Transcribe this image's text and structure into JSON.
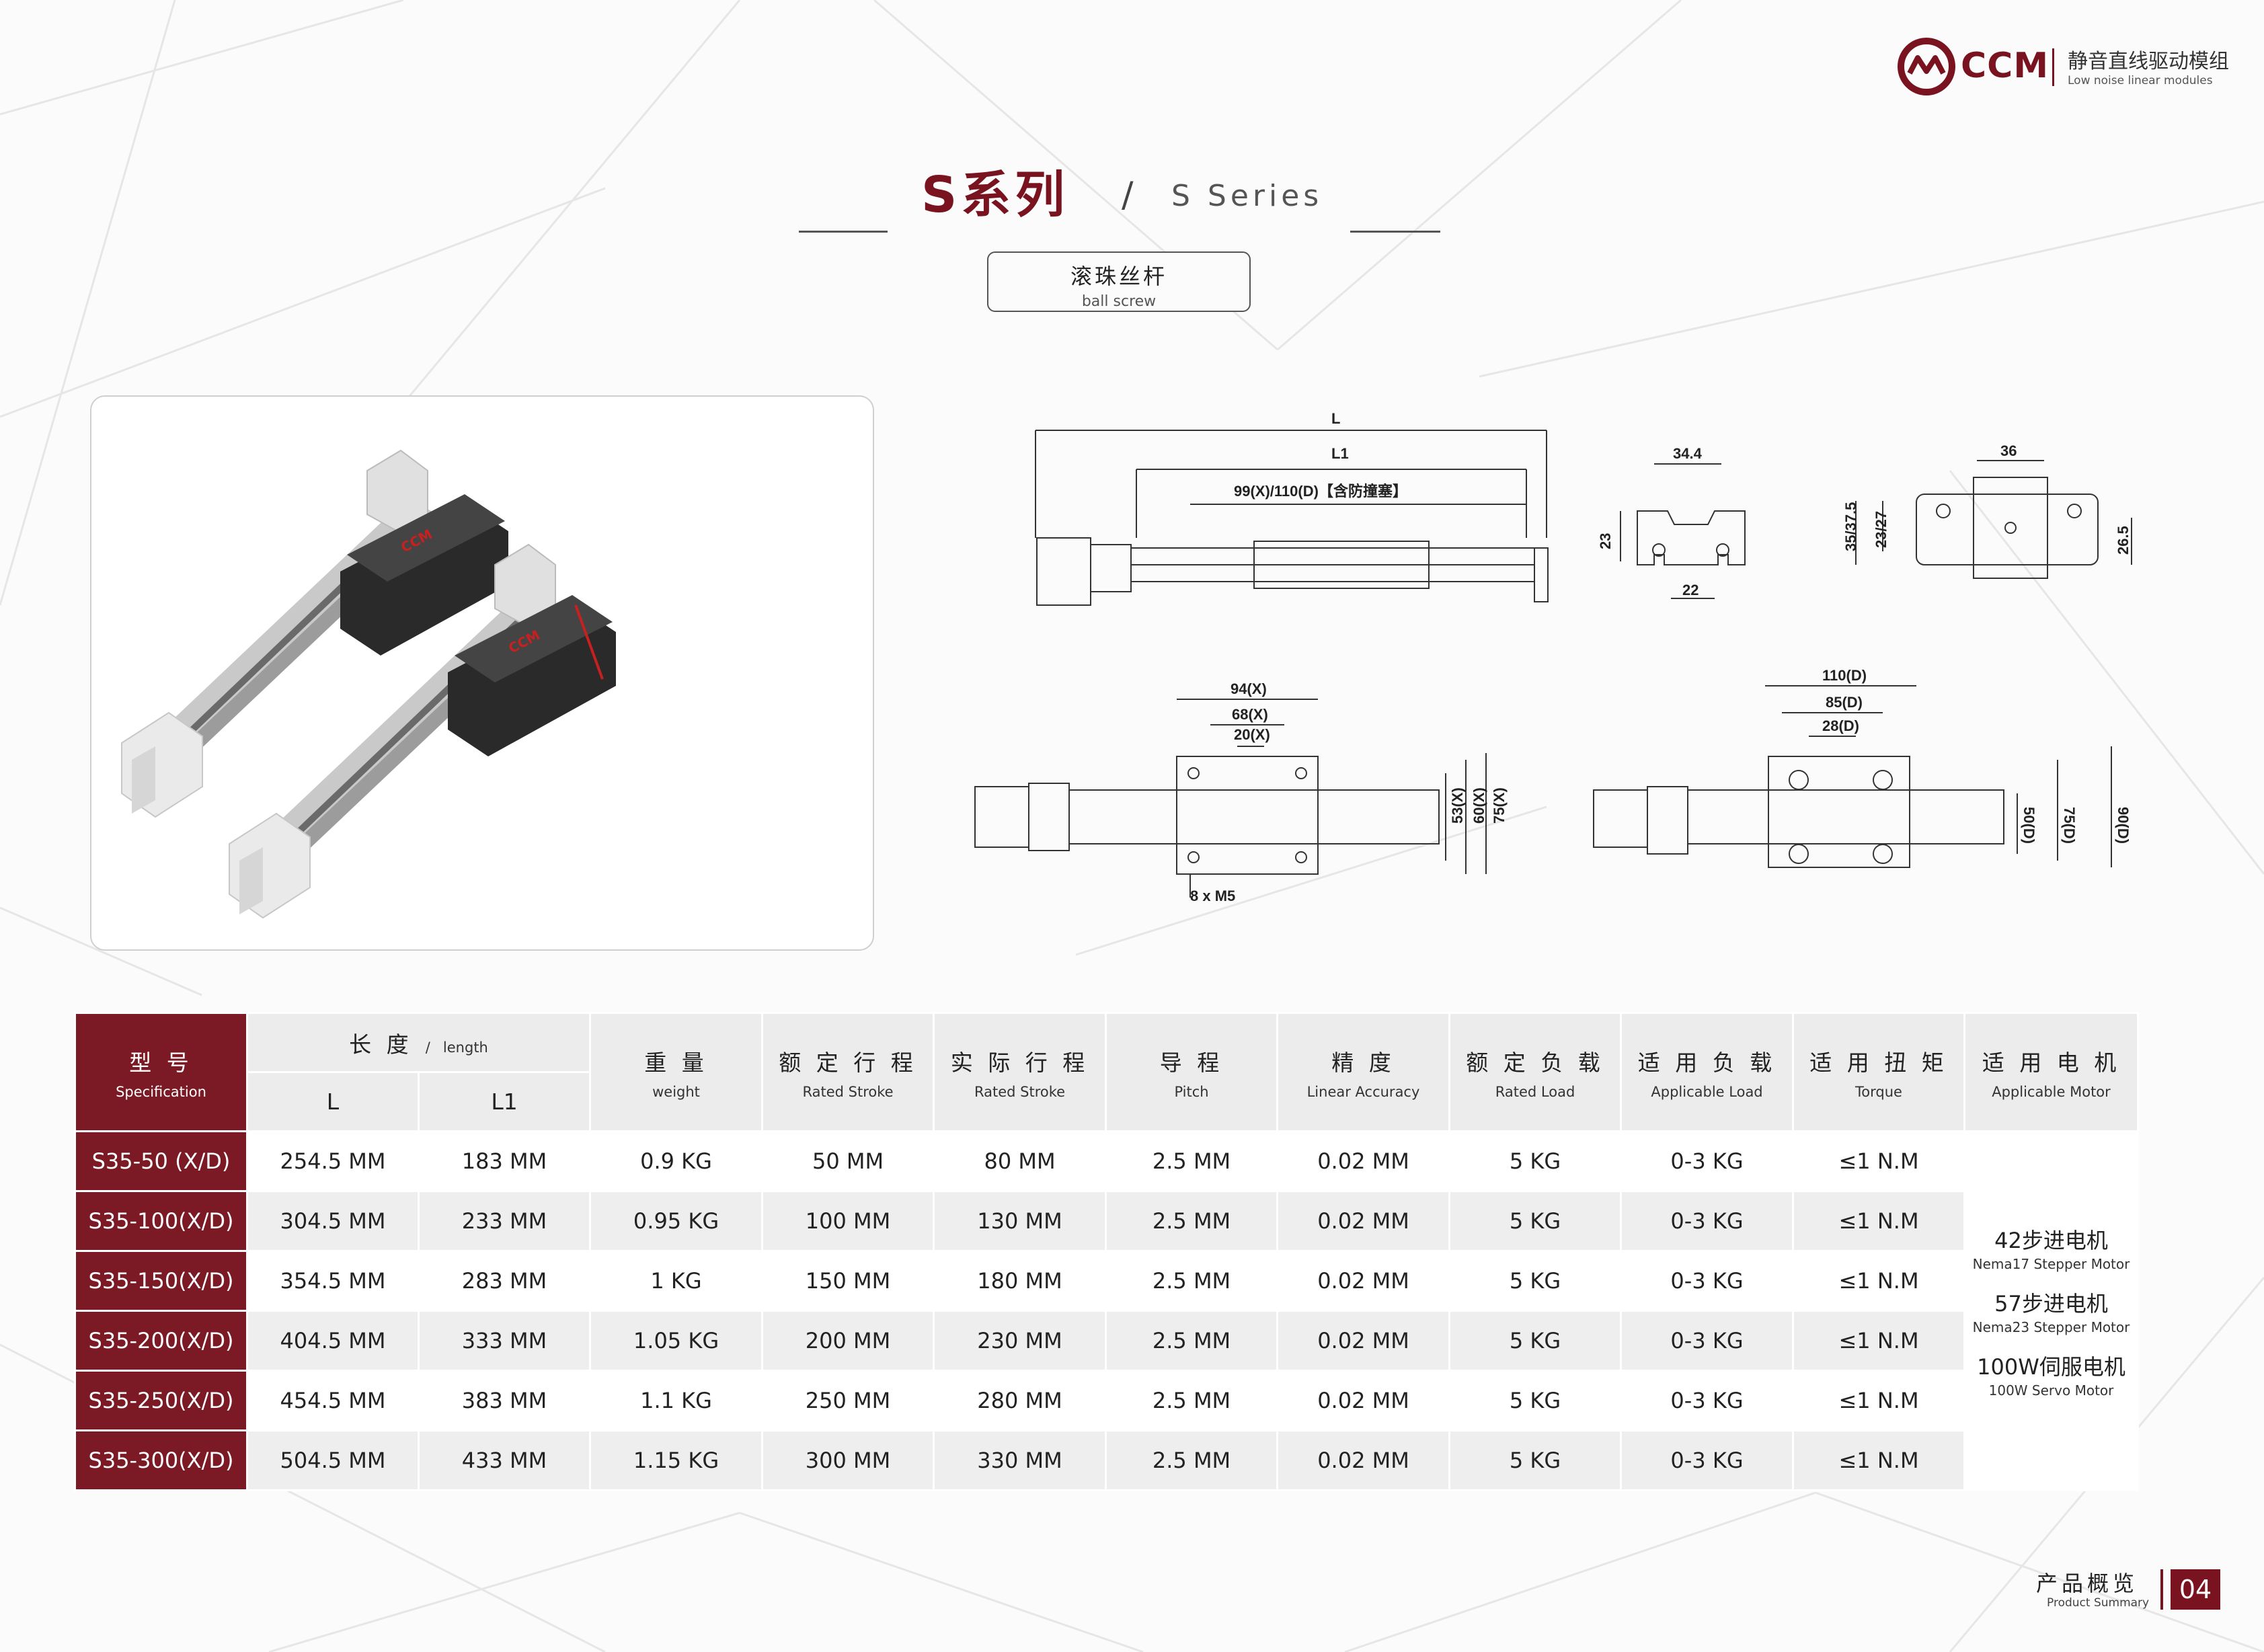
{
  "header": {
    "brand": "CCM",
    "tagline_cn": "静音直线驱动模组",
    "tagline_en": "Low noise linear modules"
  },
  "title": {
    "cn": "S系列",
    "slash": "/",
    "en": "S Series"
  },
  "type_box": {
    "cn": "滚珠丝杆",
    "en": "ball screw"
  },
  "photo": {
    "logo_text": "CCM"
  },
  "drawings": {
    "side": {
      "L": "L",
      "L1": "L1",
      "stroke": "99(X)/110(D)【含防撞塞】"
    },
    "section": {
      "w": "34.4",
      "h": "23",
      "b": "22"
    },
    "end": {
      "w": "36",
      "h1": "35/37.5",
      "h2": "23/27",
      "h3": "26.5"
    },
    "top_x": {
      "w1": "94(X)",
      "w2": "68(X)",
      "w3": "20(X)",
      "h1": "53(X)",
      "h2": "60(X)",
      "h3": "75(X)",
      "holes": "8 x M5"
    },
    "top_d": {
      "w1": "110(D)",
      "w2": "85(D)",
      "w3": "28(D)",
      "h1": "50(D)",
      "h2": "75(D)",
      "h3": "90(D)"
    }
  },
  "table": {
    "headers": {
      "spec_cn": "型 号",
      "spec_en": "Specification",
      "length_cn": "长 度",
      "length_sep": "/",
      "length_en": "length",
      "L": "L",
      "L1": "L1",
      "weight_cn": "重 量",
      "weight_en": "weight",
      "rated_stroke_cn": "额 定 行 程",
      "rated_stroke_en": "Rated Stroke",
      "actual_stroke_cn": "实 际 行 程",
      "actual_stroke_en": "Rated Stroke",
      "pitch_cn": "导 程",
      "pitch_en": "Pitch",
      "accuracy_cn": "精 度",
      "accuracy_en": "Linear Accuracy",
      "rated_load_cn": "额 定 负 载",
      "rated_load_en": "Rated Load",
      "app_load_cn": "适 用 负 载",
      "app_load_en": "Applicable Load",
      "torque_cn": "适 用 扭 矩",
      "torque_en": "Torque",
      "motor_cn": "适 用 电 机",
      "motor_en": "Applicable Motor"
    },
    "rows": [
      {
        "model": "S35-50 (X/D)",
        "L": "254.5 MM",
        "L1": "183 MM",
        "weight": "0.9 KG",
        "rated_stroke": "50 MM",
        "actual_stroke": "80 MM",
        "pitch": "2.5 MM",
        "accuracy": "0.02 MM",
        "rated_load": "5 KG",
        "app_load": "0-3 KG",
        "torque": "≤1 N.M"
      },
      {
        "model": "S35-100(X/D)",
        "L": "304.5 MM",
        "L1": "233 MM",
        "weight": "0.95 KG",
        "rated_stroke": "100 MM",
        "actual_stroke": "130 MM",
        "pitch": "2.5 MM",
        "accuracy": "0.02 MM",
        "rated_load": "5 KG",
        "app_load": "0-3 KG",
        "torque": "≤1 N.M"
      },
      {
        "model": "S35-150(X/D)",
        "L": "354.5 MM",
        "L1": "283 MM",
        "weight": "1 KG",
        "rated_stroke": "150 MM",
        "actual_stroke": "180 MM",
        "pitch": "2.5 MM",
        "accuracy": "0.02 MM",
        "rated_load": "5 KG",
        "app_load": "0-3 KG",
        "torque": "≤1 N.M"
      },
      {
        "model": "S35-200(X/D)",
        "L": "404.5 MM",
        "L1": "333 MM",
        "weight": "1.05 KG",
        "rated_stroke": "200 MM",
        "actual_stroke": "230 MM",
        "pitch": "2.5 MM",
        "accuracy": "0.02 MM",
        "rated_load": "5 KG",
        "app_load": "0-3 KG",
        "torque": "≤1 N.M"
      },
      {
        "model": "S35-250(X/D)",
        "L": "454.5 MM",
        "L1": "383 MM",
        "weight": "1.1 KG",
        "rated_stroke": "250 MM",
        "actual_stroke": "280 MM",
        "pitch": "2.5 MM",
        "accuracy": "0.02 MM",
        "rated_load": "5 KG",
        "app_load": "0-3 KG",
        "torque": "≤1 N.M"
      },
      {
        "model": "S35-300(X/D)",
        "L": "504.5 MM",
        "L1": "433 MM",
        "weight": "1.15 KG",
        "rated_stroke": "300 MM",
        "actual_stroke": "330 MM",
        "pitch": "2.5 MM",
        "accuracy": "0.02 MM",
        "rated_load": "5 KG",
        "app_load": "0-3 KG",
        "torque": "≤1 N.M"
      }
    ],
    "motors": [
      {
        "cn": "42步进电机",
        "en": "Nema17 Stepper Motor"
      },
      {
        "cn": "57步进电机",
        "en": "Nema23 Stepper Motor"
      },
      {
        "cn": "100W伺服电机",
        "en": "100W Servo Motor"
      }
    ]
  },
  "footer": {
    "cn": "产品概览",
    "en": "Product Summary",
    "page": "04"
  },
  "colors": {
    "brand": "#7a1320",
    "header_bg": "#ececec",
    "row_alt": "#eeeeee"
  }
}
